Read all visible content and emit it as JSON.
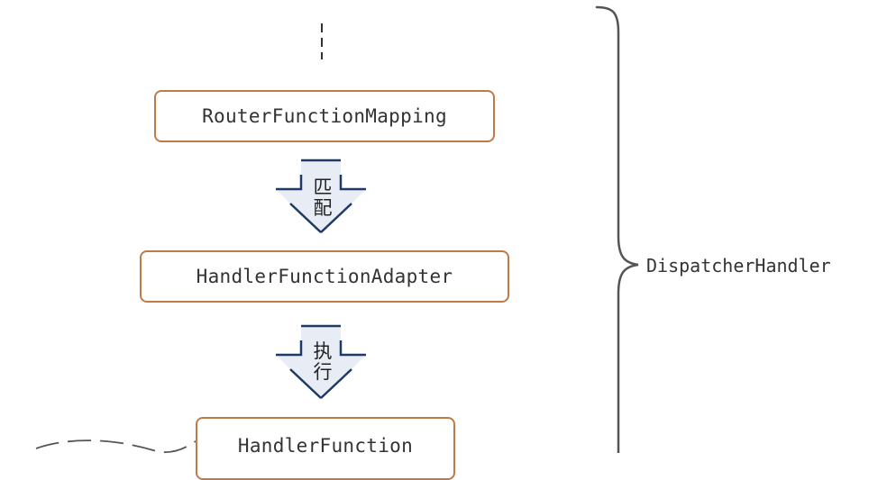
{
  "diagram": {
    "nodes": {
      "router": "RouterFunctionMapping",
      "adapter": "HandlerFunctionAdapter",
      "handler": "HandlerFunction"
    },
    "arrows": {
      "match_label": "匹配",
      "exec_label": "执行"
    },
    "group": {
      "label": "DispatcherHandler"
    },
    "colors": {
      "node_border": "#c07a4a",
      "arrow_stroke": "#1f3a66",
      "arrow_fill": "#e8edf5",
      "brace": "#555555",
      "text": "#333333"
    }
  }
}
